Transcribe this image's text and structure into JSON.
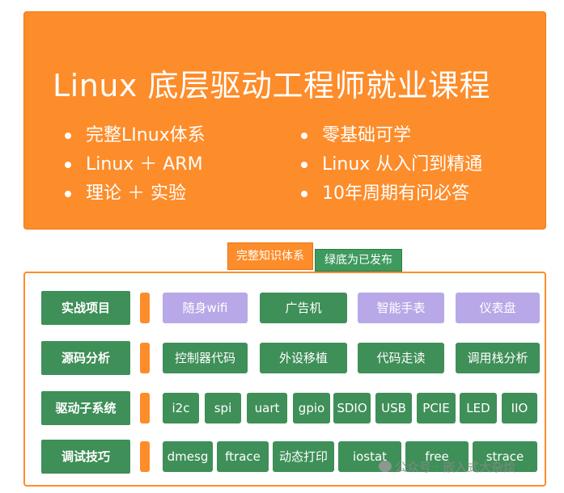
{
  "banner": {
    "title": "Linux 底层驱动工程师就业课程",
    "bullets_left": [
      "完整LInux体系",
      "Linux ＋ ARM",
      "理论 ＋ 实验"
    ],
    "bullets_right": [
      "零基础可学",
      "Linux 从入门到精通",
      "10年周期有问必答"
    ]
  },
  "tags": {
    "orange": "完整知识体系",
    "green": "绿底为已发布"
  },
  "rows": [
    {
      "label": "实战项目",
      "chips": [
        {
          "text": "随身wifi",
          "color": "purple"
        },
        {
          "text": "广告机",
          "color": "green"
        },
        {
          "text": "智能手表",
          "color": "purple"
        },
        {
          "text": "仪表盘",
          "color": "purple"
        }
      ]
    },
    {
      "label": "源码分析",
      "chips": [
        {
          "text": "控制器代码",
          "color": "green"
        },
        {
          "text": "外设移植",
          "color": "green"
        },
        {
          "text": "代码走读",
          "color": "green"
        },
        {
          "text": "调用栈分析",
          "color": "green"
        }
      ]
    },
    {
      "label": "驱动子系统",
      "chips": [
        {
          "text": "i2c",
          "color": "green"
        },
        {
          "text": "spi",
          "color": "green"
        },
        {
          "text": "uart",
          "color": "green"
        },
        {
          "text": "gpio",
          "color": "green"
        },
        {
          "text": "SDIO",
          "color": "green"
        },
        {
          "text": "USB",
          "color": "green"
        },
        {
          "text": "PCIE",
          "color": "green"
        },
        {
          "text": "LED",
          "color": "green"
        },
        {
          "text": "IIO",
          "color": "green"
        }
      ]
    },
    {
      "label": "调试技巧",
      "chips": [
        {
          "text": "dmesg",
          "color": "green"
        },
        {
          "text": "ftrace",
          "color": "green"
        },
        {
          "text": "动态打印",
          "color": "green"
        },
        {
          "text": "iostat",
          "color": "green"
        },
        {
          "text": "free",
          "color": "green"
        },
        {
          "text": "strace",
          "color": "green"
        }
      ]
    }
  ],
  "watermark": "公众号 · 嵌入式大杂烩",
  "colors": {
    "orange": "#fd8c2a",
    "green": "#3f8f58",
    "purple": "#b9a8e8"
  }
}
